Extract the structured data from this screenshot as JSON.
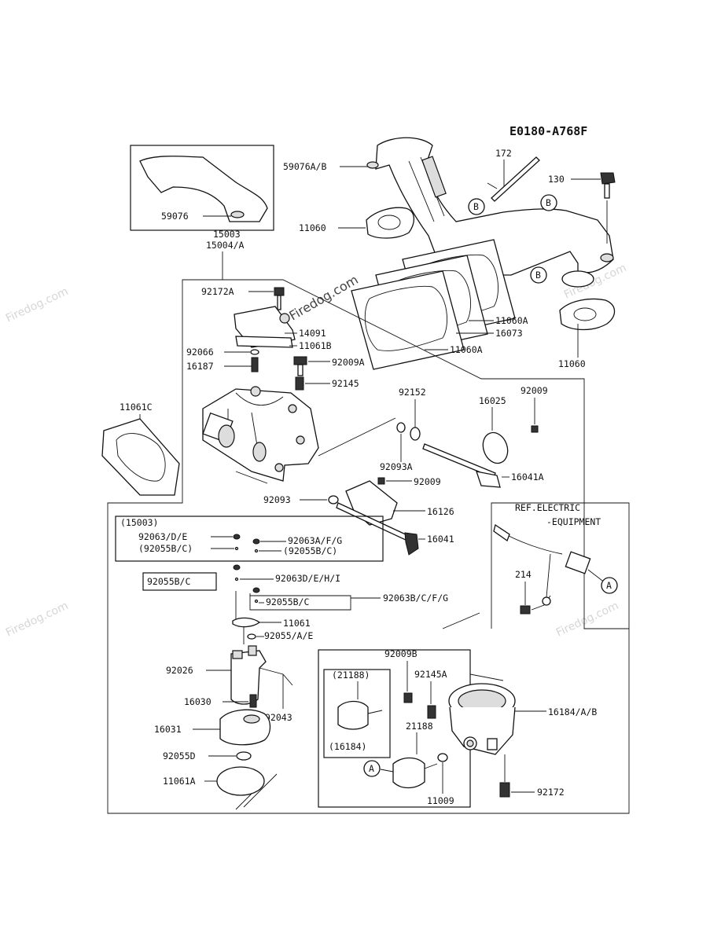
{
  "diagram_code": "E0180-A768F",
  "watermark": "Firedog.com",
  "callout_letters": [
    "A",
    "B"
  ],
  "labels": {
    "l172": "172",
    "l59076ab": "59076A/B",
    "l130": "130",
    "l11060_left": "11060",
    "l59076": "59076",
    "l15003": "15003",
    "l15004a": "15004/A",
    "l92172a": "92172A",
    "l14091": "14091",
    "l11061b": "11061B",
    "l11060a_1": "11060A",
    "l16073": "16073",
    "l11060a_2": "11060A",
    "l11060_right": "11060",
    "l92066": "92066",
    "l16187": "16187",
    "l92009a": "92009A",
    "l92145": "92145",
    "l11061c": "11061C",
    "l92152": "92152",
    "l92009_top": "92009",
    "l16025": "16025",
    "l92093a": "92093A",
    "l16041a": "16041A",
    "l92009_mid": "92009",
    "l92093": "92093",
    "l16126": "16126",
    "l16041": "16041",
    "ref_electric_1": "REF.ELECTRIC",
    "ref_electric_2": "-EQUIPMENT",
    "l214": "214",
    "box_15003": "(15003)",
    "l92063de": "92063/D/E",
    "l92055bc_p": "(92055B/C)",
    "l92063afg": "92063A/F/G",
    "l92055bc_p2": "(92055B/C)",
    "l92055bc": "92055B/C",
    "l92063dehi": "92063D/E/H/I",
    "l92055bc_2": "92055B/C",
    "l92063bcfg": "92063B/C/F/G",
    "l11061": "11061",
    "l92055ae": "92055/A/E",
    "l92026": "92026",
    "l16030": "16030",
    "l92043": "92043",
    "l16031": "16031",
    "l92055d": "92055D",
    "l11061a": "11061A",
    "l92009b": "92009B",
    "l21188p": "(21188)",
    "l92145a": "92145A",
    "l21188": "21188",
    "l16184p": "(16184)",
    "l16184ab": "16184/A/B",
    "l11009": "11009",
    "l92172": "92172"
  }
}
